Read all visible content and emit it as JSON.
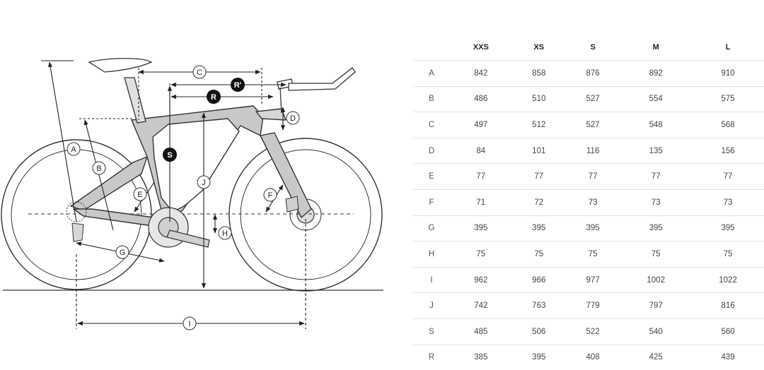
{
  "diagram": {
    "labels": {
      "A": "A",
      "B": "B",
      "C": "C",
      "D": "D",
      "E": "E",
      "F": "F",
      "G": "G",
      "H": "H",
      "I": "I",
      "J": "J",
      "S": "S",
      "R": "R",
      "R_prime": "R'"
    }
  },
  "table": {
    "sizes": [
      "XXS",
      "XS",
      "S",
      "M",
      "L"
    ],
    "rows": [
      {
        "label": "A",
        "values": [
          "842",
          "858",
          "876",
          "892",
          "910"
        ]
      },
      {
        "label": "B",
        "values": [
          "486",
          "510",
          "527",
          "554",
          "575"
        ]
      },
      {
        "label": "C",
        "values": [
          "497",
          "512",
          "527",
          "548",
          "568"
        ]
      },
      {
        "label": "D",
        "values": [
          "84",
          "101",
          "116",
          "135",
          "156"
        ]
      },
      {
        "label": "E",
        "values": [
          "77",
          "77",
          "77",
          "77",
          "77"
        ]
      },
      {
        "label": "F",
        "values": [
          "71",
          "72",
          "73",
          "73",
          "73"
        ]
      },
      {
        "label": "G",
        "values": [
          "395",
          "395",
          "395",
          "395",
          "395"
        ]
      },
      {
        "label": "H",
        "values": [
          "75",
          "75",
          "75",
          "75",
          "75"
        ]
      },
      {
        "label": "I",
        "values": [
          "962",
          "966",
          "977",
          "1002",
          "1022"
        ]
      },
      {
        "label": "J",
        "values": [
          "742",
          "763",
          "779",
          "797",
          "816"
        ]
      },
      {
        "label": "S",
        "values": [
          "485",
          "506",
          "522",
          "540",
          "560"
        ]
      },
      {
        "label": "R",
        "values": [
          "385",
          "395",
          "408",
          "425",
          "439"
        ]
      }
    ]
  }
}
